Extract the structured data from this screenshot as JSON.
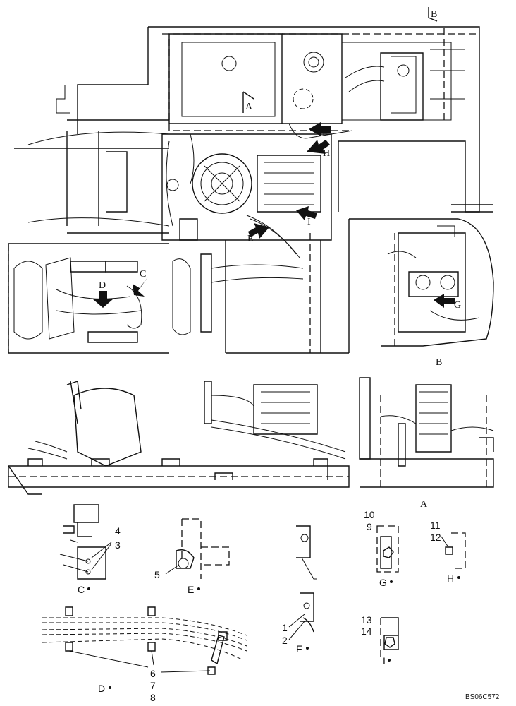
{
  "view_letters": {
    "b_top": "B",
    "a_main": "A",
    "f": "F",
    "h": "H",
    "i": "I",
    "e": "E",
    "c": "C",
    "d": "D",
    "g": "G",
    "b_inset": "B",
    "a_side": "A"
  },
  "detail_labels": {
    "c": "C",
    "e": "E",
    "f": "F",
    "g": "G",
    "h": "H",
    "i": "I",
    "d": "D"
  },
  "item_numbers": {
    "n1": "1",
    "n2": "2",
    "n3": "3",
    "n4": "4",
    "n5": "5",
    "n6": "6",
    "n7": "7",
    "n8": "8",
    "n9": "9",
    "n10": "10",
    "n11": "11",
    "n12": "12",
    "n13": "13",
    "n14": "14"
  },
  "figure_code": "BS06C572"
}
